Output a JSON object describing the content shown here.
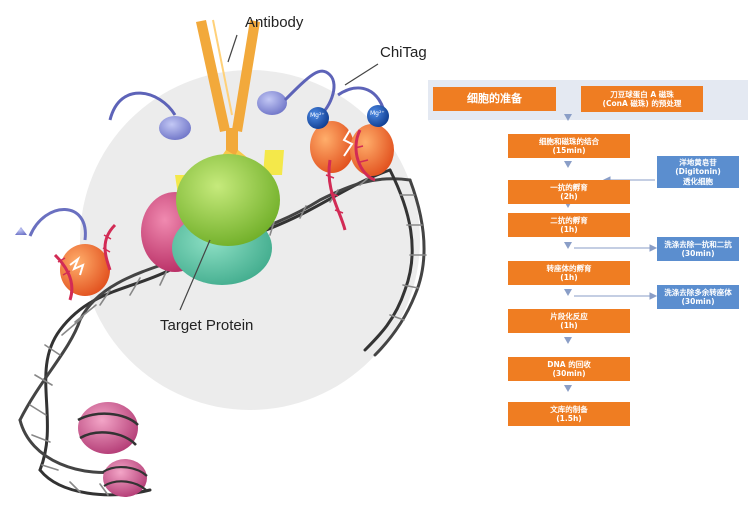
{
  "labels": {
    "antibody": "Antibody",
    "chitag": "ChiTag",
    "target_protein": "Target Protein",
    "mg_ion": "Mg²⁺"
  },
  "flow": {
    "header": {
      "main": "细胞的准备",
      "side": [
        "刀豆球蛋白 A 磁珠",
        "(ConA 磁珠) 的预处理"
      ]
    },
    "steps": [
      [
        "细胞和磁珠的结合",
        "(15min)"
      ],
      [
        "一抗的孵育",
        "(2h)"
      ],
      [
        "二抗的孵育",
        "(1h)"
      ],
      [
        "转座体的孵育",
        "(1h)"
      ],
      [
        "片段化反应",
        "(1h)"
      ],
      [
        "DNA 的回收",
        "(30min)"
      ],
      [
        "文库的制备",
        "(1.5h)"
      ]
    ],
    "side_steps": [
      [
        "洋地黄皂苷",
        "(Digitonin)",
        "透化细胞"
      ],
      [
        "洗涤去除一抗和二抗",
        "(30min)"
      ],
      [
        "洗涤去除多余转座体",
        "(30min)"
      ]
    ]
  },
  "colors": {
    "step_orange": "#ef7d22",
    "side_blue": "#5b8ecf",
    "connector_gray": "#8a9ec7"
  }
}
